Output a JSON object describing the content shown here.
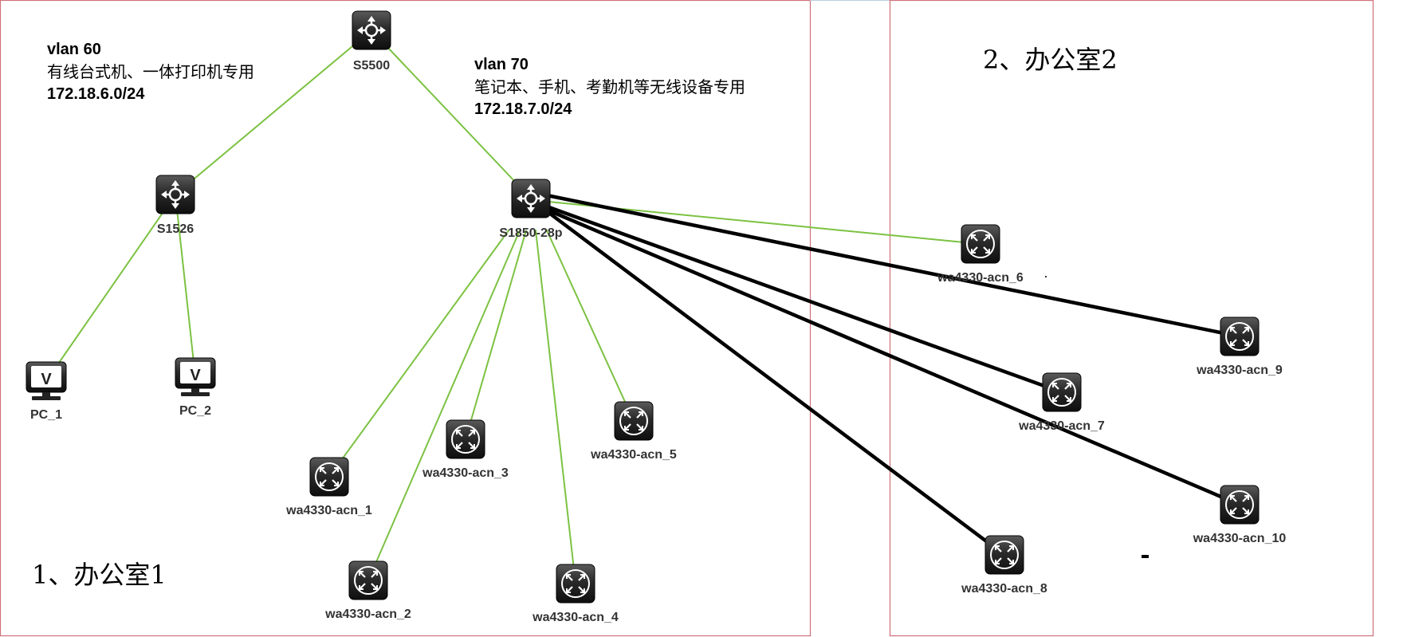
{
  "regions": [
    {
      "id": "office1",
      "title": "1、办公室1"
    },
    {
      "id": "office2",
      "title": "2、办公室2"
    }
  ],
  "vlan_notes": [
    {
      "id": "vlan60",
      "name": "vlan 60",
      "desc": "有线台式机、一体打印机专用",
      "subnet": "172.18.6.0/24"
    },
    {
      "id": "vlan70",
      "name": "vlan 70",
      "desc": "笔记本、手机、考勤机等无线设备专用",
      "subnet": "172.18.7.0/24"
    }
  ],
  "nodes": [
    {
      "id": "s5500",
      "label": "S5500",
      "type": "switch"
    },
    {
      "id": "s1526",
      "label": "S1526",
      "type": "switch"
    },
    {
      "id": "s1850",
      "label": "S1850-28p",
      "type": "switch"
    },
    {
      "id": "pc1",
      "label": "PC_1",
      "type": "pc"
    },
    {
      "id": "pc2",
      "label": "PC_2",
      "type": "pc"
    },
    {
      "id": "ap1",
      "label": "wa4330-acn_1",
      "type": "ap"
    },
    {
      "id": "ap2",
      "label": "wa4330-acn_2",
      "type": "ap"
    },
    {
      "id": "ap3",
      "label": "wa4330-acn_3",
      "type": "ap"
    },
    {
      "id": "ap4",
      "label": "wa4330-acn_4",
      "type": "ap"
    },
    {
      "id": "ap5",
      "label": "wa4330-acn_5",
      "type": "ap"
    },
    {
      "id": "ap6",
      "label": "wa4330-acn_6",
      "type": "ap"
    },
    {
      "id": "ap7",
      "label": "wa4330-acn_7",
      "type": "ap"
    },
    {
      "id": "ap8",
      "label": "wa4330-acn_8",
      "type": "ap"
    },
    {
      "id": "ap9",
      "label": "wa4330-acn_9",
      "type": "ap"
    },
    {
      "id": "ap10",
      "label": "wa4330-acn_10",
      "type": "ap"
    }
  ],
  "links": [
    {
      "from": "s5500",
      "to": "s1526",
      "style": "green"
    },
    {
      "from": "s5500",
      "to": "s1850",
      "style": "green"
    },
    {
      "from": "s1526",
      "to": "pc1",
      "style": "green"
    },
    {
      "from": "s1526",
      "to": "pc2",
      "style": "green"
    },
    {
      "from": "s1850",
      "to": "ap1",
      "style": "green"
    },
    {
      "from": "s1850",
      "to": "ap2",
      "style": "green"
    },
    {
      "from": "s1850",
      "to": "ap3",
      "style": "green"
    },
    {
      "from": "s1850",
      "to": "ap4",
      "style": "green"
    },
    {
      "from": "s1850",
      "to": "ap5",
      "style": "green"
    },
    {
      "from": "s1850",
      "to": "ap6",
      "style": "green"
    },
    {
      "from": "s1850",
      "to": "ap7",
      "style": "black"
    },
    {
      "from": "s1850",
      "to": "ap8",
      "style": "black"
    },
    {
      "from": "s1850",
      "to": "ap9",
      "style": "black"
    },
    {
      "from": "s1850",
      "to": "ap10",
      "style": "black"
    }
  ],
  "colors": {
    "region_border": "#d0707a",
    "link_green": "#7cc242",
    "link_black": "#000000",
    "icon_dark": "#1c1c1c"
  }
}
